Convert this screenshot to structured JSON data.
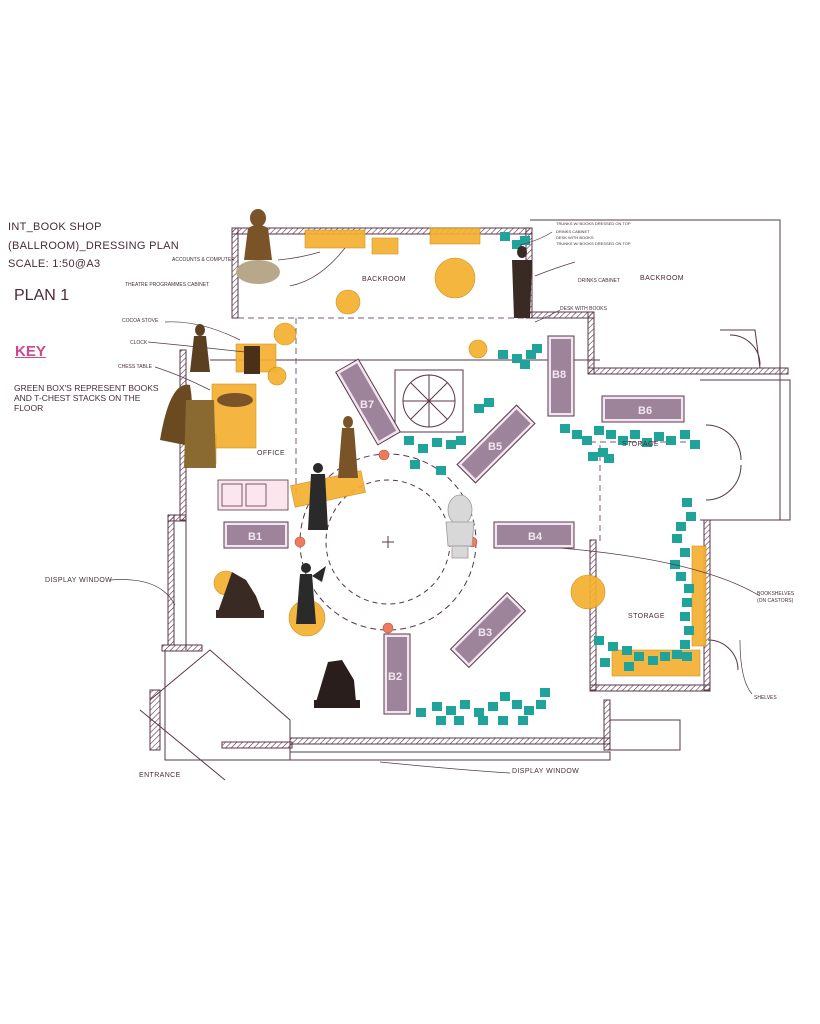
{
  "title": {
    "line1": "INT_BOOK SHOP",
    "line2": "(BALLROOM)_DRESSING PLAN",
    "scale": "SCALE: 1:50@A3"
  },
  "plan_name": "PLAN 1",
  "key": {
    "heading": "KEY",
    "text": "GREEN BOX'S REPRESENT BOOKS AND T-CHEST STACKS ON THE FLOOR"
  },
  "rooms": {
    "backroom_center": "BACKROOM",
    "backroom_right": "BACKROOM",
    "office": "OFFICE",
    "storage_upper": "STORAGE",
    "storage_lower": "STORAGE",
    "display_window_left": "DISPLAY WINDOW",
    "display_window_bottom": "DISPLAY WINDOW",
    "entrance": "ENTRANCE"
  },
  "notes": {
    "accounts": "ACCOUNTS & COMPUTER",
    "theatre": "THEATRE PROGRAMMES CABINET",
    "cocoa": "COCOA STOVE",
    "clock": "CLOCK",
    "chess": "CHESS TABLE",
    "trunks_top": "TRUNKS W/ BOOKS DRESSED ON TOP",
    "drinks_cabinet_small": "DRINKS CABINET",
    "desk_books_small": "DESK WITH BOOKS",
    "trunks_second": "TRUNKS W/ BOOKS DRESSED ON TOP",
    "drinks_cabinet": "DRINKS CABINET",
    "desk_books": "DESK WITH BOOKS",
    "bookshelves": "BOOKSHELVES",
    "castors": "(ON CASTORS)",
    "shelves": "SHELVES"
  },
  "bookcases": [
    "B1",
    "B2",
    "B3",
    "B4",
    "B5",
    "B6",
    "B7",
    "B8"
  ],
  "colors": {
    "wall": "#5a3548",
    "furniture_orange": "#f5b030",
    "book_teal": "#1fa39a",
    "bookcase": "#7a5a78",
    "statue_bronze": "#6b4a22",
    "statue_black": "#2a2a2a",
    "accent_pink": "#d2468c",
    "marker_salmon": "#f07a60"
  },
  "icons": [
    "statue-icon",
    "bust-icon",
    "horse-statue-icon",
    "spiral-staircase-icon"
  ]
}
